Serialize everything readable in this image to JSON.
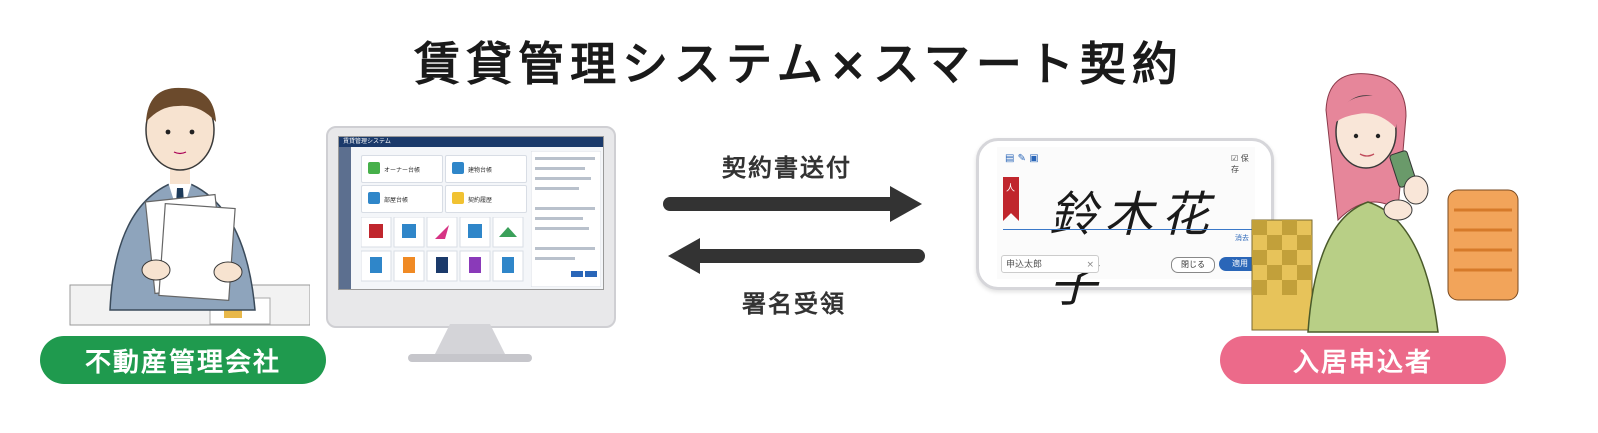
{
  "title": "賃貸管理システム×スマート契約",
  "left_actor": {
    "label": "不動産管理会社",
    "color": "#1f9a4e"
  },
  "right_actor": {
    "label": "入居申込者",
    "color": "#ec6a8a"
  },
  "flows": {
    "send": "契約書送付",
    "receive": "署名受領"
  },
  "monitor_screen": {
    "app_title": "賃貸管理システム",
    "tiles": [
      "オーナー台帳",
      "建物台帳",
      "部屋台帳",
      "契約履歴"
    ]
  },
  "phone_screen": {
    "signature": "鈴木花子",
    "name_field": "申込太郎",
    "save_label": "保存",
    "clear_label": "消去",
    "close_button": "閉じる",
    "apply_button": "適用",
    "bookmark_text": "人"
  },
  "colors": {
    "arrow": "#333333",
    "screen_header": "#1b3a6b"
  }
}
